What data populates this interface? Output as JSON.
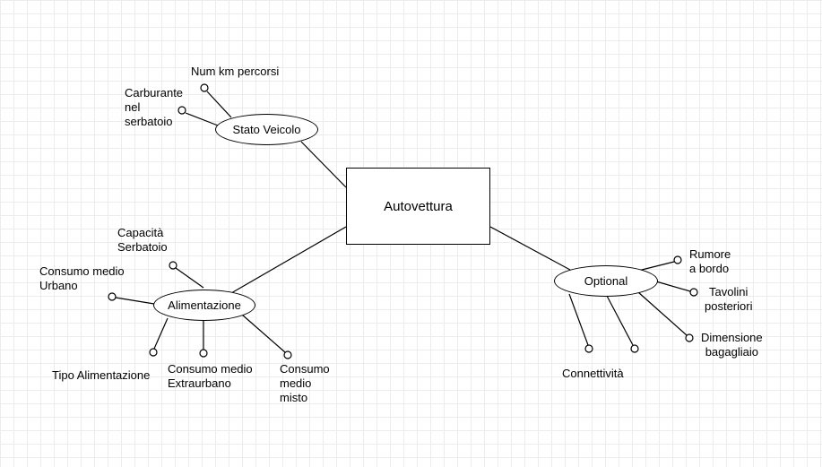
{
  "diagram": {
    "entity": {
      "label": "Autovettura"
    },
    "relationships": {
      "stato": {
        "label": "Stato Veicolo"
      },
      "alimentazione": {
        "label": "Alimentazione"
      },
      "optional": {
        "label": "Optional"
      }
    },
    "attributes": {
      "num_km": "Num km percorsi",
      "carburante": "Carburante\nnel\nserbatoio",
      "capacita": "Capacità\nSerbatoio",
      "consumo_urbano": "Consumo medio\nUrbano",
      "tipo_alimentazione": "Tipo Alimentazione",
      "consumo_extraurbano": "Consumo medio\nExtraurbano",
      "consumo_misto": "Consumo\nmedio\nmisto",
      "rumore": "Rumore\na bordo",
      "tavolini": "Tavolini\nposteriori",
      "dimensione": "Dimensione\nbagagliaio",
      "connettivita": "Connettività"
    }
  }
}
